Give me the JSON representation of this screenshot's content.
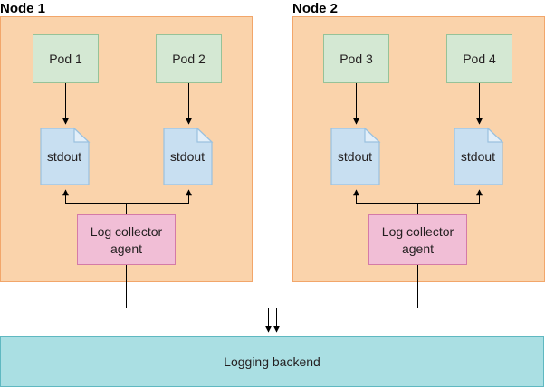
{
  "nodes": [
    {
      "title": "Node 1",
      "pods": [
        "Pod 1",
        "Pod 2"
      ],
      "stdout": [
        "stdout",
        "stdout"
      ],
      "agent": [
        "Log collector",
        "agent"
      ]
    },
    {
      "title": "Node 2",
      "pods": [
        "Pod 3",
        "Pod 4"
      ],
      "stdout": [
        "stdout",
        "stdout"
      ],
      "agent": [
        "Log collector",
        "agent"
      ]
    }
  ],
  "backend": {
    "label": "Logging backend"
  },
  "colors": {
    "node_fill": "#fad3ab",
    "pod_fill": "#d4e8d3",
    "stdout_fill": "#c8dff1",
    "agent_fill": "#f1bed6",
    "backend_fill": "#aadfe3"
  }
}
